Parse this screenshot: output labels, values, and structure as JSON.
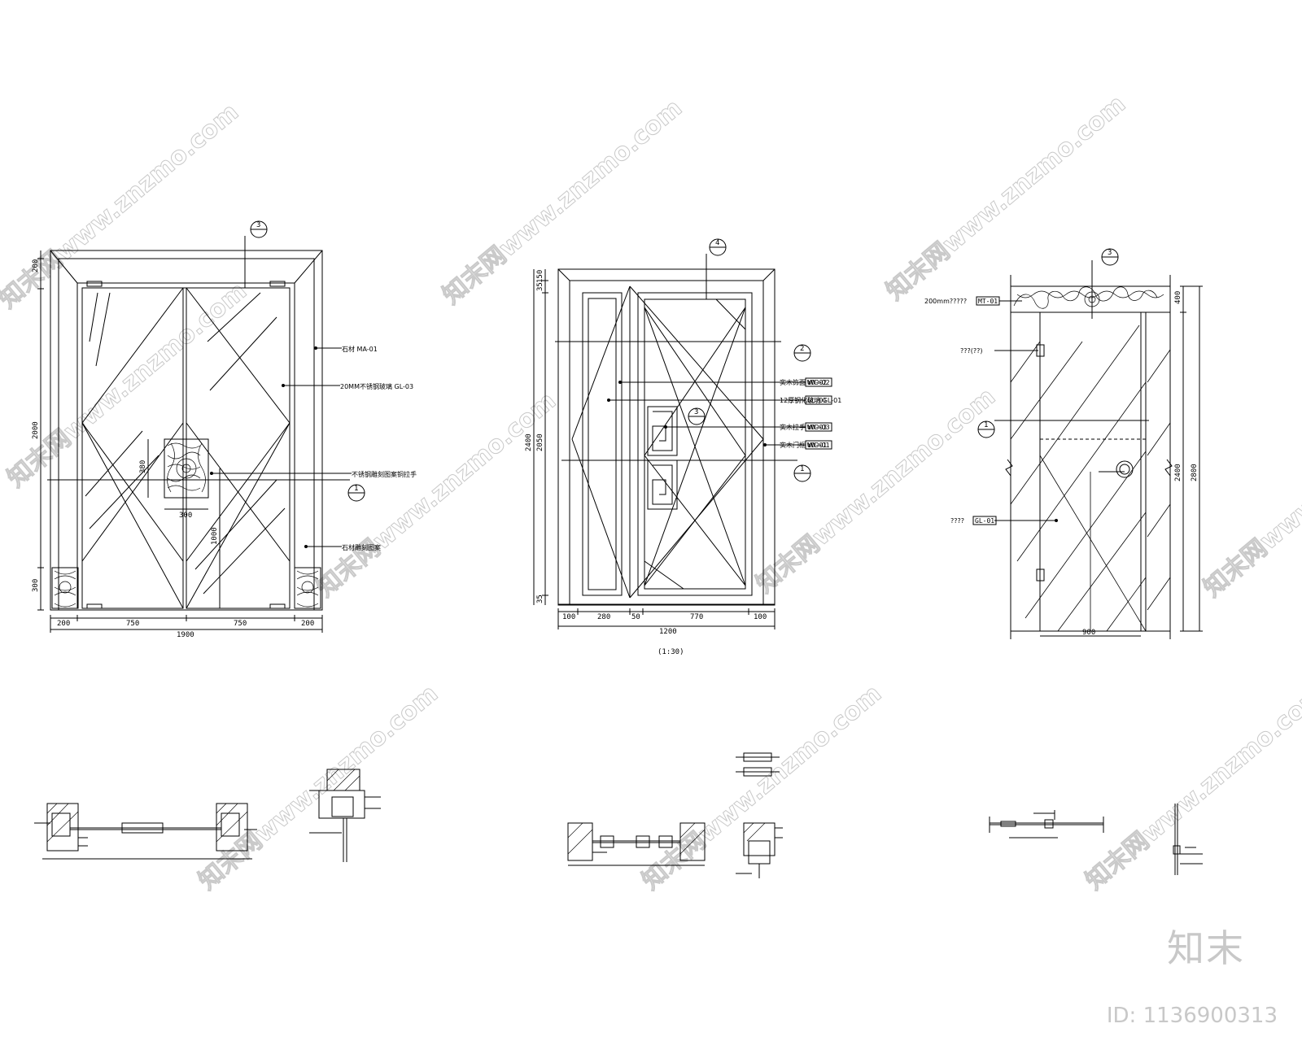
{
  "watermark_text": "知末网www.znzmo.com",
  "brand": {
    "logo": "知末",
    "id_text": "ID: 1136900313"
  },
  "door1": {
    "dims": {
      "w200a": "200",
      "w750a": "750",
      "w750b": "750",
      "w200b": "200",
      "total": "1900",
      "h200": "200",
      "h2000": "2000",
      "h300": "300",
      "panel_h": "380",
      "panel_w": "300",
      "handle_h": "1000"
    },
    "notes": {
      "n1": "石材 MA-01",
      "n2": "20MM不锈钢玻璃 GL-03",
      "n3": "不锈钢雕刻图案铜拉手",
      "n4": "石材雕刻图案"
    },
    "sym": {
      "s1": "3",
      "s2": "1"
    }
  },
  "door2": {
    "dims": {
      "b1": "100",
      "b2": "280",
      "b3": "50",
      "b4": "770",
      "b5": "100",
      "total": "1200",
      "v1": "150",
      "v2": "35",
      "v3": "2050",
      "v4": "2400",
      "v5": "35"
    },
    "notes": {
      "n1": "实木饰面 WD-02",
      "n2": "12厚钢化玻璃 GL-01",
      "n3": "实木拉手 WD-03",
      "n4": "实木门框 WD-01"
    },
    "tags": {
      "t1": "WD-02",
      "t2": "GL-01",
      "t3": "WD-03",
      "t4": "WD-01"
    },
    "sym": {
      "s1": "4",
      "s2": "2",
      "s3": "3",
      "s4": "1"
    },
    "caption": "(1:30)"
  },
  "door3": {
    "dims": {
      "top": "400",
      "height": "2400",
      "total": "2800",
      "width": "900"
    },
    "notes": {
      "n1": "200mm?????",
      "n2": "???(??)",
      "n3": "????"
    },
    "tags": {
      "t1": "MT-01",
      "t3": "GL-01"
    },
    "sym": {
      "s1": "3",
      "s2": "1"
    }
  }
}
